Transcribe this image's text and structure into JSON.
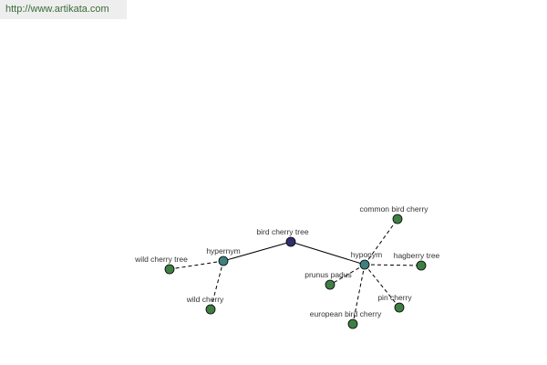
{
  "site": {
    "url": "http://www.artikata.com"
  },
  "colors": {
    "root": "#2f2f6e",
    "relation": "#3f7f7f",
    "term": "#3f7f45",
    "banner_bg": "#eeeeee"
  },
  "graph": {
    "root": {
      "label": "bird cherry tree"
    },
    "relations": {
      "hypernym": {
        "label": "hypernym"
      },
      "hyponym": {
        "label": "hyponym"
      }
    },
    "terms": {
      "wild_cherry_tree": "wild cherry tree",
      "wild_cherry": "wild cherry",
      "common_bird_cherry": "common bird cherry",
      "hagberry_tree": "hagberry tree",
      "prunus_padus": "prunus padus",
      "pin_cherry": "pin cherry",
      "european_bird_cherry": "european bird cherry"
    }
  }
}
